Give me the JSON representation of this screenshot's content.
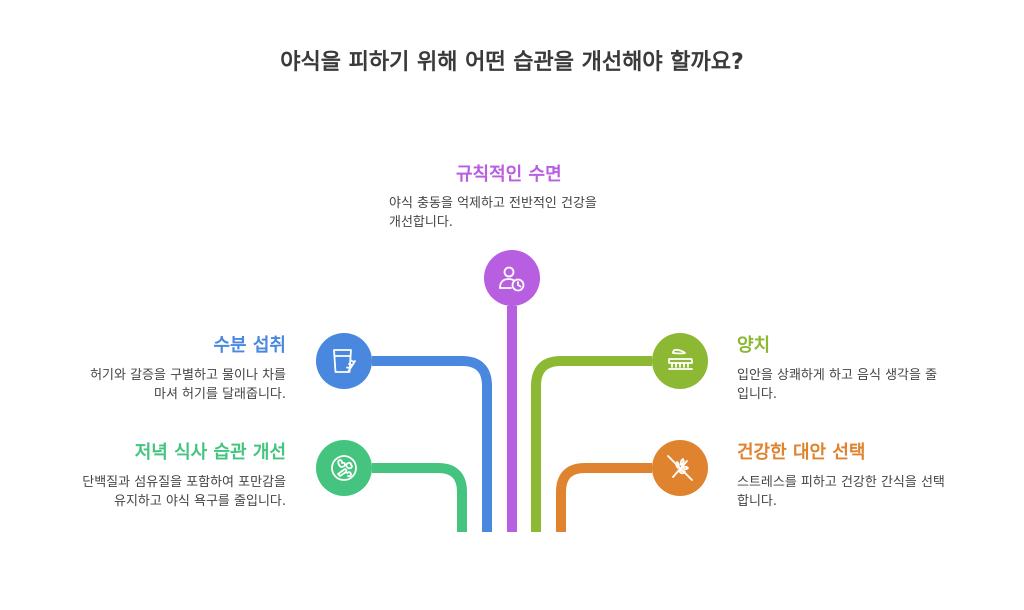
{
  "title": "야식을 피하기 위해 어떤 습관을 개선해야 할까요?",
  "items": {
    "sleep": {
      "heading": "규칙적인 수면",
      "desc": "야식 충동을 억제하고 전반적인 건강을\n개선합니다.",
      "color": "#b85ee0",
      "icon": "person-clock-icon"
    },
    "water": {
      "heading": "수분 섭취",
      "desc": "허기와 갈증을 구별하고 물이나 차를\n마셔 허기를 달래줍니다.",
      "color": "#4a88e0",
      "icon": "water-glass-icon"
    },
    "dinner": {
      "heading": "저녁 식사 습관 개선",
      "desc": "단백질과 섬유질을 포함하여 포만감을\n유지하고 야식 욕구를 줄입니다.",
      "color": "#44c47e",
      "icon": "vegetables-icon"
    },
    "brush": {
      "heading": "양치",
      "desc": "입안을 상쾌하게 하고 음식 생각을 줄\n입니다.",
      "color": "#8db833",
      "icon": "toothbrush-icon"
    },
    "snack": {
      "heading": "건강한 대안 선택",
      "desc": "스트레스를 피하고 건강한 간식을 선택\n합니다.",
      "color": "#e0832f",
      "icon": "no-wheat-icon"
    }
  }
}
